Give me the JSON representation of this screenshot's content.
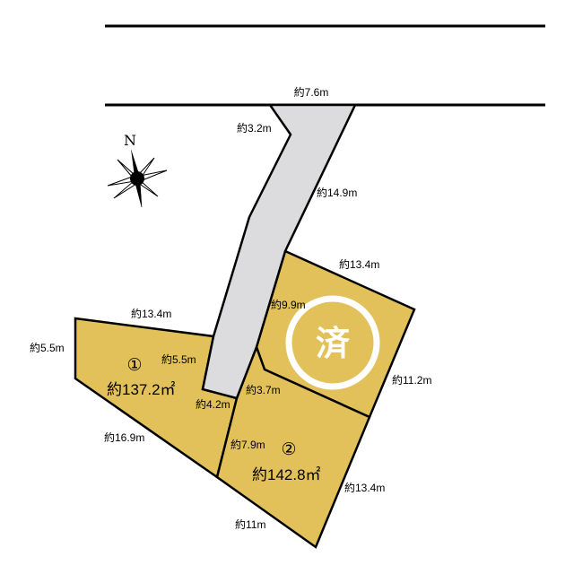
{
  "dimensions": {
    "road_frontage": "約7.6m",
    "driveway_top_left": "約3.2m",
    "driveway_right_edge": "約14.9m",
    "sold_lot_top": "約13.4m",
    "sold_lot_left": "約9.9m",
    "sold_lot_right": "約11.2m",
    "sold_lot_bottom": "約3.7m",
    "lot1_top": "約13.4m",
    "lot1_left": "約5.5m",
    "lot1_inner": "約5.5m",
    "lot1_bottom_left": "約16.9m",
    "lot_shared_short": "約4.2m",
    "lot2_left": "約7.9m",
    "lot2_right": "約13.4m",
    "lot2_bottom": "約11m"
  },
  "lots": {
    "lot1": {
      "number": "①",
      "area": "約137.2㎡"
    },
    "lot2": {
      "number": "②",
      "area": "約142.8㎡"
    },
    "sold": {
      "stamp": "済"
    }
  },
  "compass": {
    "label": "N"
  },
  "colors": {
    "lot_fill": "#e3c15a",
    "driveway_fill": "#dcdcde",
    "stamp_fill": "#ffffff",
    "line": "#000000"
  }
}
